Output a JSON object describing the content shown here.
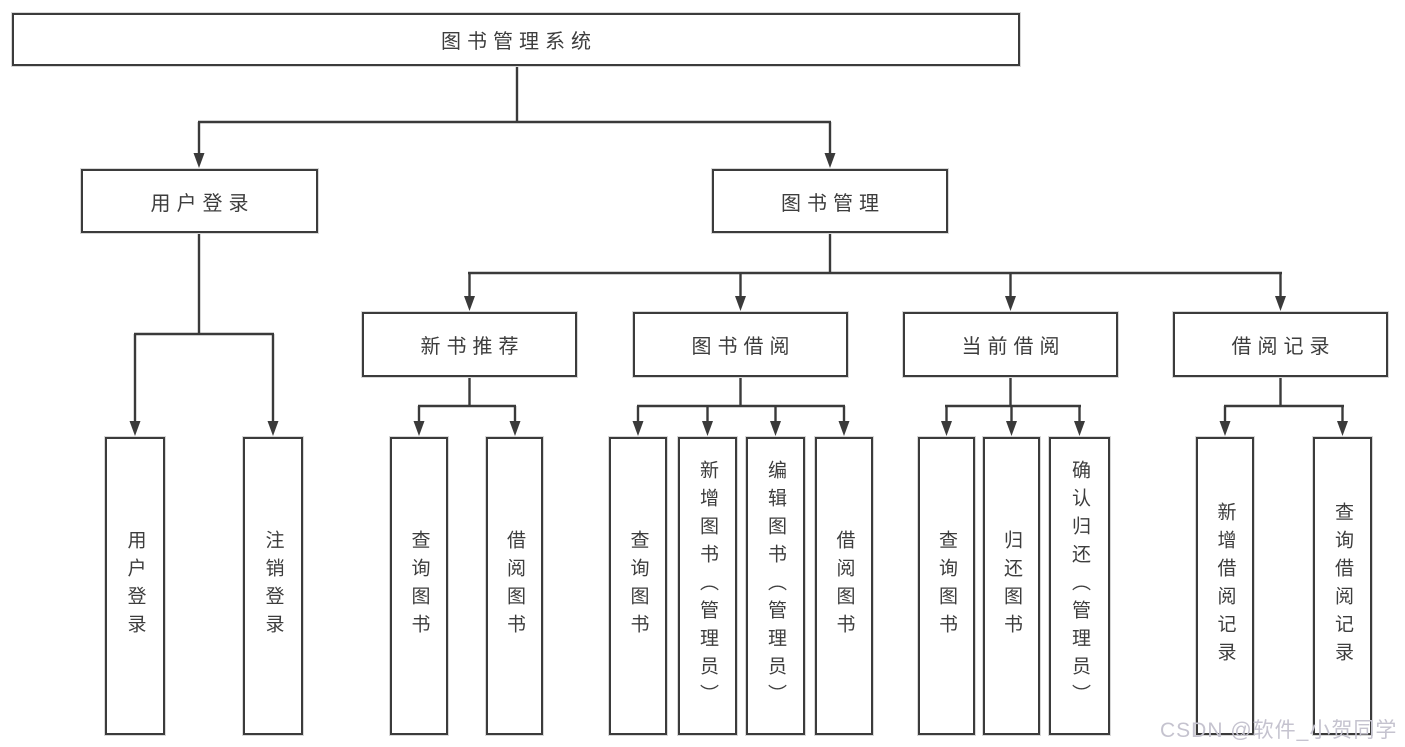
{
  "colors": {
    "line": "#3a3a3a",
    "box_border": "#3b3b3b",
    "box_fill": "#ffffff",
    "text": "#3d3d3d",
    "background": "#ffffff",
    "watermark": "#c5c3cf"
  },
  "watermark": {
    "text": "CSDN @软件_小贺同学"
  },
  "tree": {
    "label": "图书管理系统",
    "children": [
      {
        "label": "用户登录",
        "children": [
          {
            "label": "用户登录"
          },
          {
            "label": "注销登录"
          }
        ]
      },
      {
        "label": "图书管理",
        "children": [
          {
            "label": "新书推荐",
            "children": [
              {
                "label": "查询图书"
              },
              {
                "label": "借阅图书"
              }
            ]
          },
          {
            "label": "图书借阅",
            "children": [
              {
                "label": "查询图书"
              },
              {
                "label": "新增图书（管理员）"
              },
              {
                "label": "编辑图书（管理员）"
              },
              {
                "label": "借阅图书"
              }
            ]
          },
          {
            "label": "当前借阅",
            "children": [
              {
                "label": "查询图书"
              },
              {
                "label": "归还图书"
              },
              {
                "label": "确认归还（管理员）"
              }
            ]
          },
          {
            "label": "借阅记录",
            "children": [
              {
                "label": "新增借阅记录"
              },
              {
                "label": "查询借阅记录"
              }
            ]
          }
        ]
      }
    ]
  }
}
